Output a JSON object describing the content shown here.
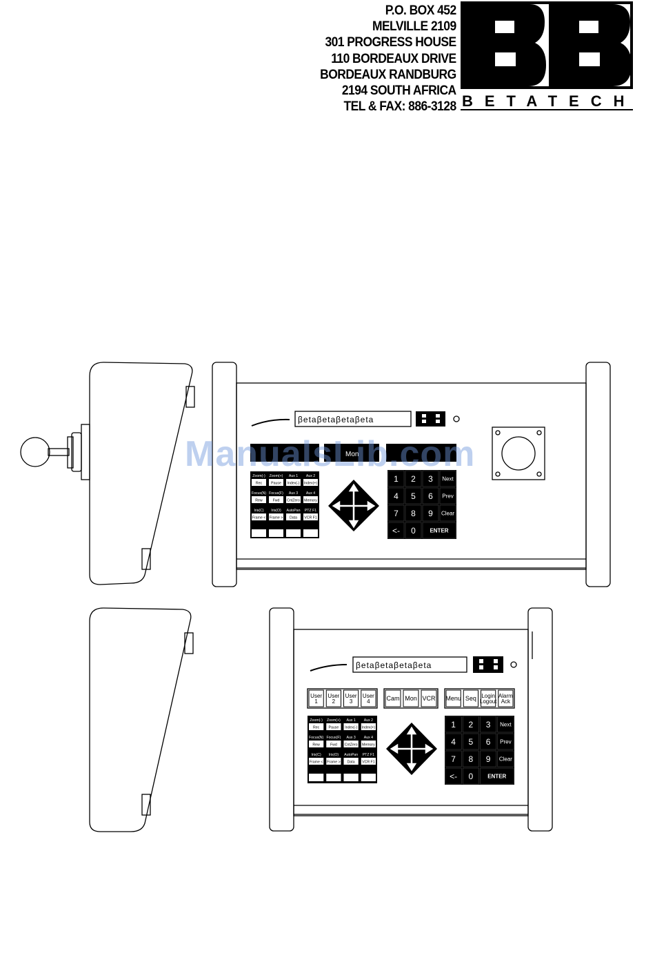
{
  "address": {
    "lines": [
      "P.O. BOX 452",
      "MELVILLE 2109",
      "301 PROGRESS HOUSE",
      "110 BORDEAUX DRIVE",
      "BORDEAUX RANDBURG",
      "2194 SOUTH AFRICA",
      "TEL & FAX:  886-3128"
    ]
  },
  "logo": {
    "wordmark": "BETATECH",
    "monogram": "BB"
  },
  "watermark": "ManualsLib.com",
  "keyboard": {
    "display_text": "βetaβetaβetaβeta",
    "group_user": [
      "User 1",
      "User 2",
      "User 3",
      "User 4"
    ],
    "group_mode": [
      "Cam",
      "Mon",
      "VCR"
    ],
    "group_menu": [
      "Menu",
      "Seq",
      "Login Logout",
      "Alarm Ack"
    ],
    "function_keys": [
      [
        "Zoom(-)",
        "Zoom(+)",
        "Aux 1",
        "Aux 2"
      ],
      [
        "Rec",
        "Pause",
        "Index(-)",
        "Index(+)"
      ],
      [
        "Focus(N)",
        "Focus(F)",
        "Aux 3",
        "Aux 4"
      ],
      [
        "Rew",
        "Fwd",
        "CntZero",
        "Memory"
      ],
      [
        "Iris(C)",
        "Iris(O)",
        "AutoPan",
        "PTZ F1"
      ],
      [
        "Frame <",
        "Frame >",
        "Data",
        "VCR F1"
      ]
    ],
    "keypad": [
      [
        "1",
        "2",
        "3",
        "Next"
      ],
      [
        "4",
        "5",
        "6",
        "Prev"
      ],
      [
        "7",
        "8",
        "9",
        "Clear"
      ],
      [
        "<-",
        "0",
        "ENTER"
      ]
    ]
  }
}
